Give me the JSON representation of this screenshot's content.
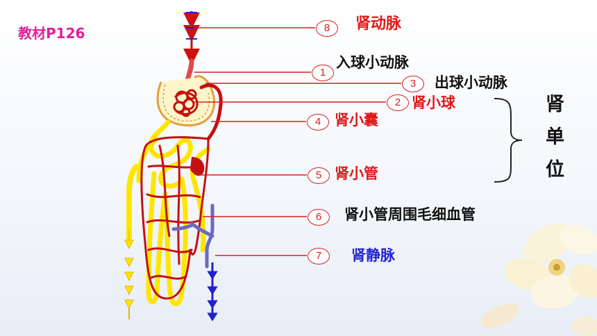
{
  "reference": "教材P126",
  "unit_title_chars": [
    "肾",
    "单",
    "位"
  ],
  "labels": [
    {
      "num": "8",
      "text": "肾动脉",
      "color": "#e01818"
    },
    {
      "num": "1",
      "text": "入球小动脉",
      "color": "#111111"
    },
    {
      "num": "3",
      "text": "出球小动脉",
      "color": "#111111"
    },
    {
      "num": "2",
      "text": "肾小球",
      "color": "#e01818"
    },
    {
      "num": "4",
      "text": "肾小囊",
      "color": "#e01818"
    },
    {
      "num": "5",
      "text": "肾小管",
      "color": "#e01818"
    },
    {
      "num": "6",
      "text": "肾小管周围毛细血管",
      "color": "#111111"
    },
    {
      "num": "7",
      "text": "肾静脉",
      "color": "#2424d0"
    }
  ],
  "colors": {
    "artery": "#d01010",
    "vein": "#2020cc",
    "tubule": "#ffe600",
    "leader": "#d62020"
  }
}
